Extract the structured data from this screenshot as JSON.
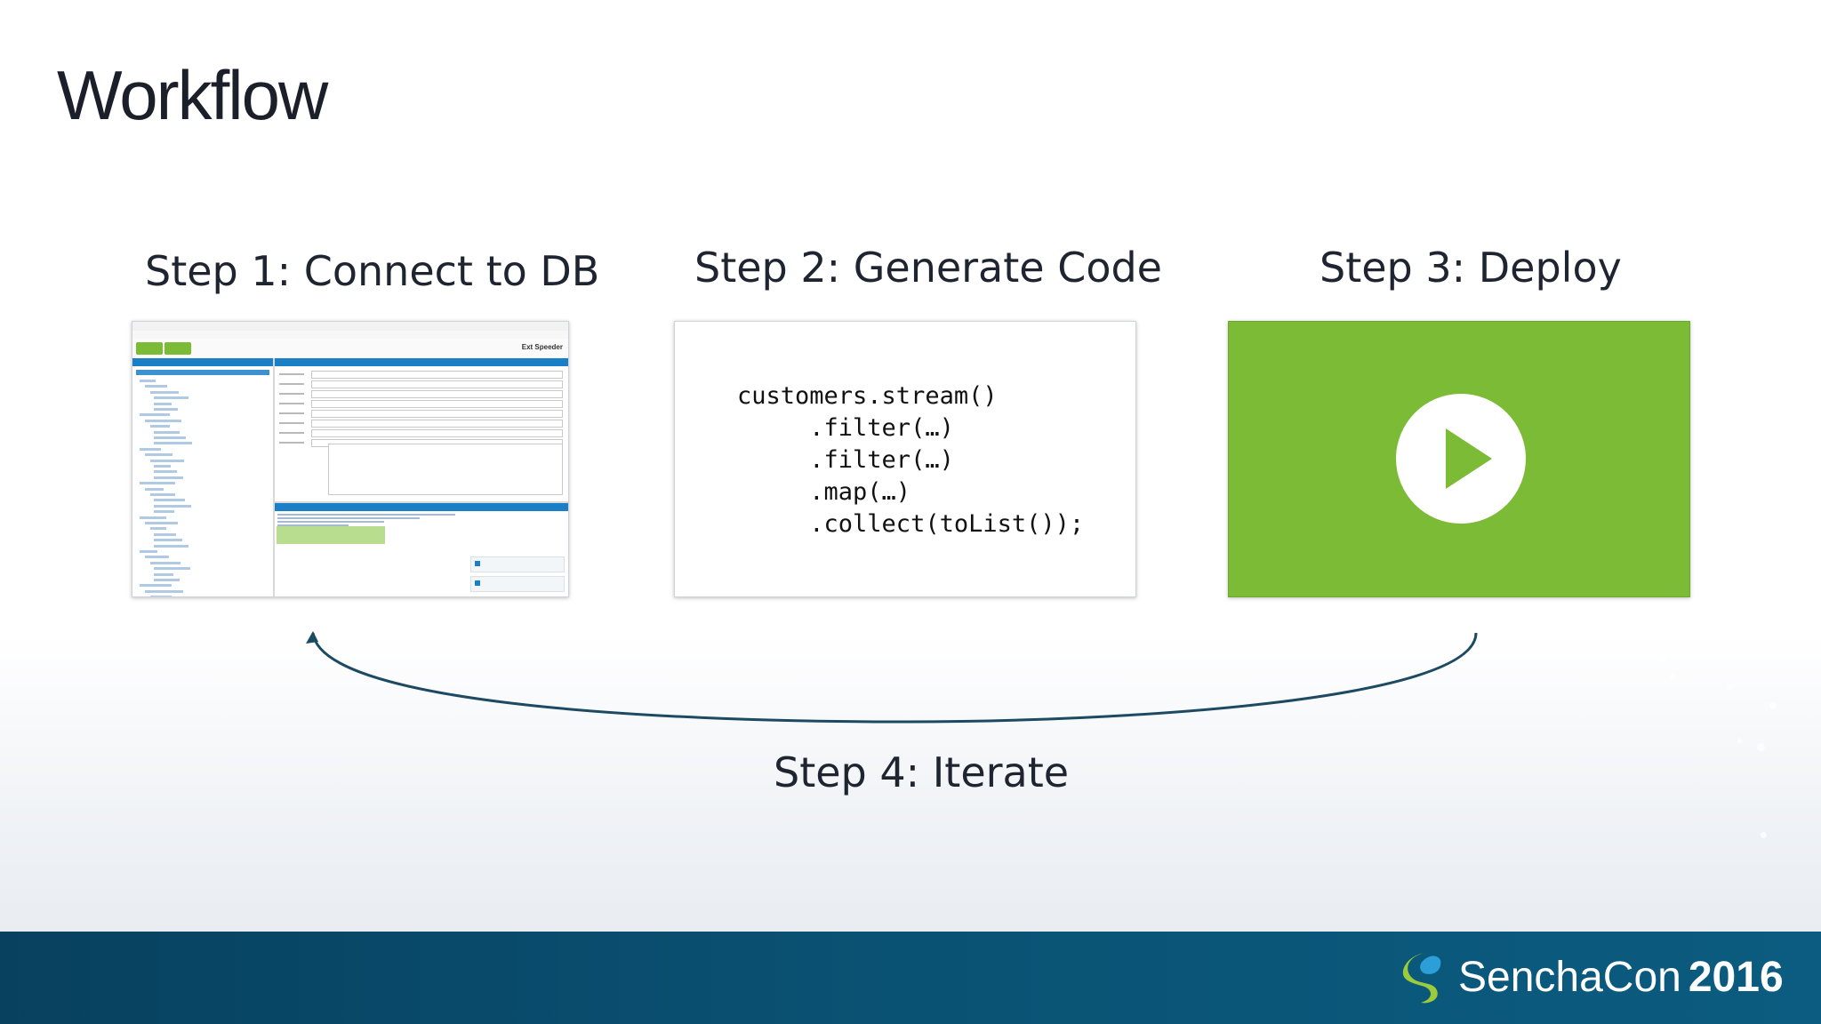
{
  "slide": {
    "title": "Workflow"
  },
  "steps": [
    {
      "label": "Step 1: Connect to DB"
    },
    {
      "label": "Step 2: Generate Code"
    },
    {
      "label": "Step 3: Deploy"
    },
    {
      "label": "Step 4: Iterate"
    }
  ],
  "screenshot": {
    "brand": "Ext Speeder"
  },
  "code_lines": [
    "customers.stream()",
    "     .filter(…)",
    "     .filter(…)",
    "     .map(…)",
    "     .collect(toList());"
  ],
  "deploy": {
    "icon": "play-icon",
    "color": "#7cbb36"
  },
  "footer": {
    "brand": "SenchaCon",
    "year": "2016",
    "background": "#0a5274"
  }
}
